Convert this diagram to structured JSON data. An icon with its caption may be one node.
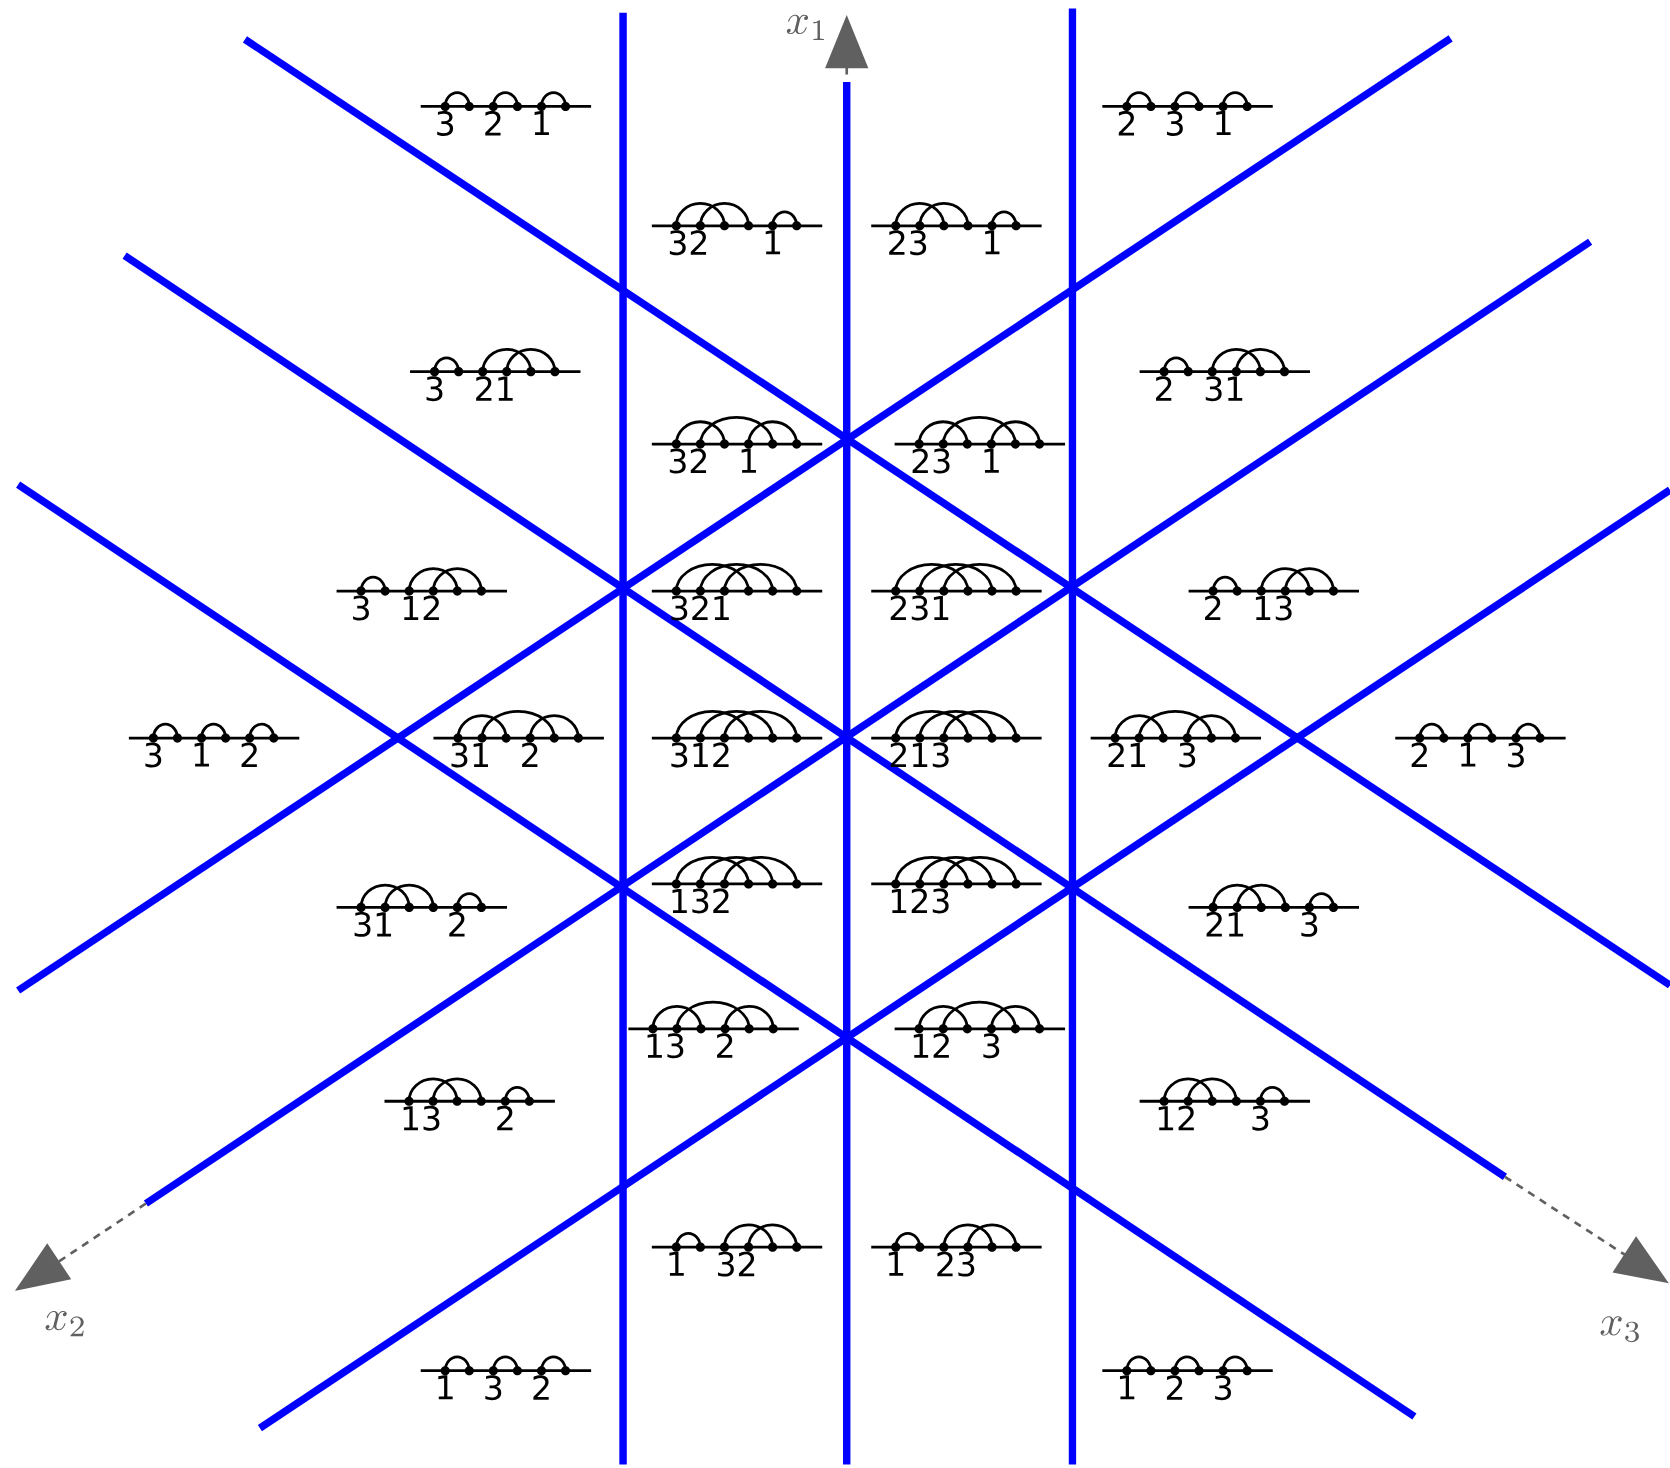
{
  "diagram": {
    "labels": [
      "x_1",
      "3",
      "2",
      "1",
      "2",
      "3",
      "1",
      "32",
      "1",
      "23",
      "1",
      "3",
      "21",
      "2",
      "31",
      "32",
      "1",
      "23",
      "1",
      "3",
      "12",
      "321",
      "231",
      "2",
      "13",
      "3",
      "1",
      "2",
      "31",
      "2",
      "312",
      "213",
      "21",
      "3",
      "2",
      "1",
      "3",
      "132",
      "123",
      "31",
      "2",
      "21",
      "3",
      "13",
      "2",
      "12",
      "3",
      "13",
      "2",
      "12",
      "3",
      "1",
      "32",
      "1",
      "23",
      "1",
      "3",
      "2",
      "1",
      "2",
      "3",
      "x_2",
      "x_3"
    ]
  }
}
